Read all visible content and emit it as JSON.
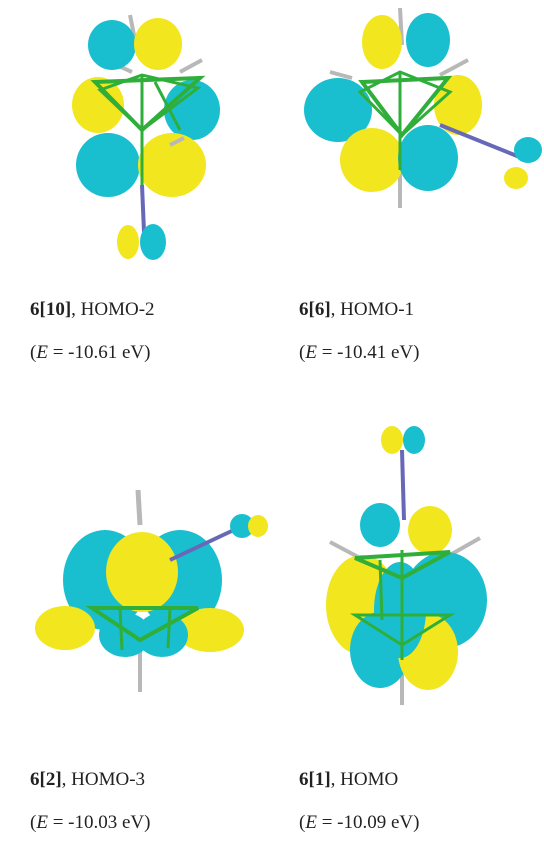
{
  "colors": {
    "lobe_positive": "#19bfcf",
    "lobe_negative": "#f2e61e",
    "bond": "#2fae3a",
    "metal_bond": "#6868b8",
    "hydrogen": "#b8b8b8"
  },
  "panels": [
    {
      "id": "top-left",
      "label_bold": "6[10]",
      "label_rest": ", HOMO-2",
      "energy_var": "E",
      "energy_value": " = -10.61 eV)"
    },
    {
      "id": "top-right",
      "label_bold": "6[6]",
      "label_rest": ", HOMO-1",
      "energy_var": "E",
      "energy_value": " = -10.41 eV)"
    },
    {
      "id": "bottom-left",
      "label_bold": "6[2]",
      "label_rest": ", HOMO-3",
      "energy_var": "E",
      "energy_value": " = -10.03 eV)"
    },
    {
      "id": "bottom-right",
      "label_bold": "6[1]",
      "label_rest": ", HOMO",
      "energy_var": "E",
      "energy_value": " = -10.09 eV)"
    }
  ],
  "energy_open": "("
}
